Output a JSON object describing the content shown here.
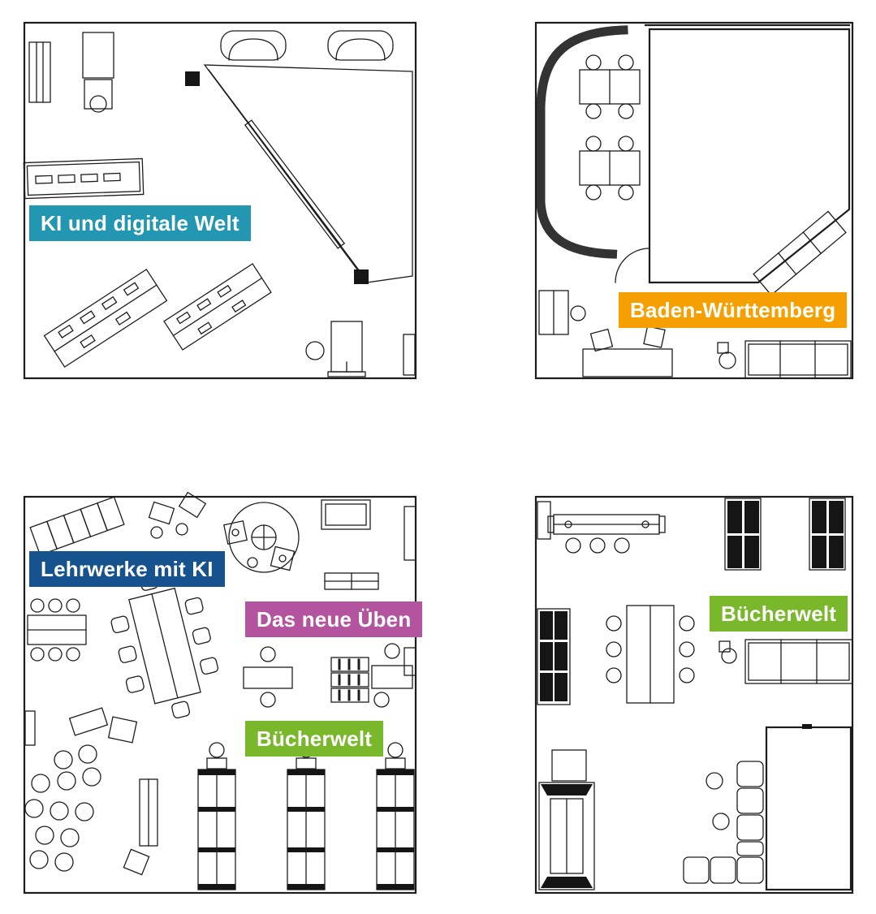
{
  "page": {
    "background": "#ffffff",
    "line_color": "#1d1d1d"
  },
  "labels": [
    {
      "id": "ki-und-digitale-welt",
      "text": "KI und digitale Welt",
      "color": "#2397B2"
    },
    {
      "id": "baden-wuerttemberg",
      "text": "Baden-Württemberg",
      "color": "#F5A000"
    },
    {
      "id": "lehrwerke-mit-ki",
      "text": "Lehrwerke mit KI",
      "color": "#16538E"
    },
    {
      "id": "das-neue-ueben",
      "text": "Das neue Üben",
      "color": "#B4539E"
    },
    {
      "id": "buecherwelt-left",
      "text": "Bücherwelt",
      "color": "#79B72B"
    },
    {
      "id": "buecherwelt-right",
      "text": "Bücherwelt",
      "color": "#79B72B"
    }
  ]
}
